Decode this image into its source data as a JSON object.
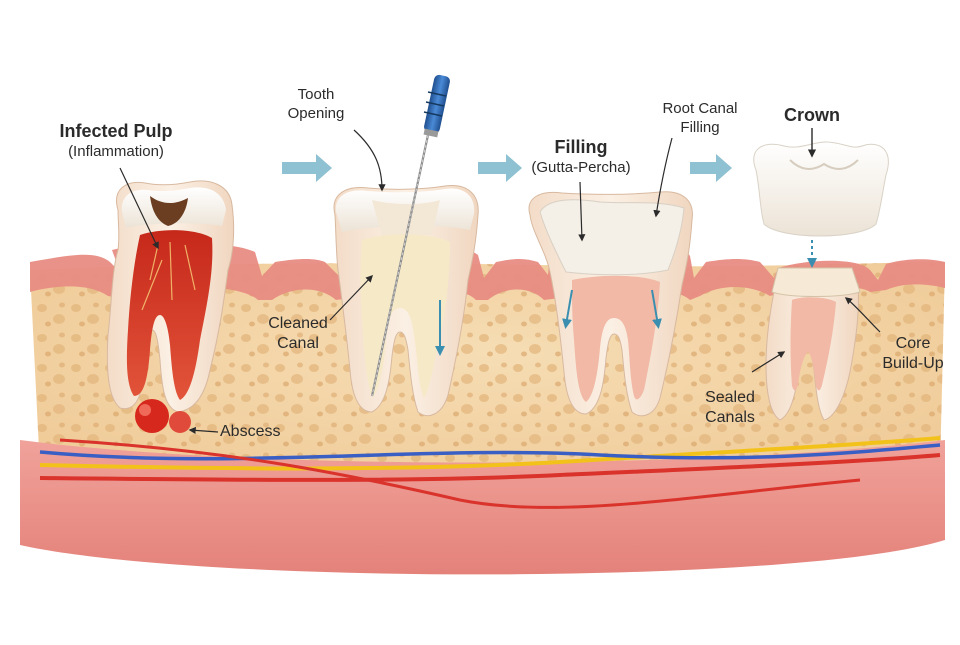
{
  "stages": [
    {
      "title": "Infected Pulp",
      "subtitle": "(Inflammation)",
      "callouts": [
        "Abscess"
      ]
    },
    {
      "callouts": [
        "Tooth",
        "Opening",
        "Cleaned",
        "Canal"
      ]
    },
    {
      "title": "Filling",
      "subtitle": "(Gutta-Percha)",
      "callouts": [
        "Root Canal",
        "Filling"
      ]
    },
    {
      "title": "Crown",
      "callouts": [
        "Core",
        "Build-Up",
        "Sealed",
        "Canals"
      ]
    }
  ],
  "colors": {
    "gum": "#e98f86",
    "bone": "#f2d2a4",
    "enamel": "#f7f2ea",
    "pulp_infected": "#d83a1f",
    "nerve": "#f2c21b",
    "vein": "#3a5fc4",
    "artery": "#d9332b",
    "arrow": "#5aa7c0",
    "file_handle": "#2f6fb5"
  },
  "icons": [
    "progress-arrow-icon",
    "endodontic-file-icon"
  ]
}
